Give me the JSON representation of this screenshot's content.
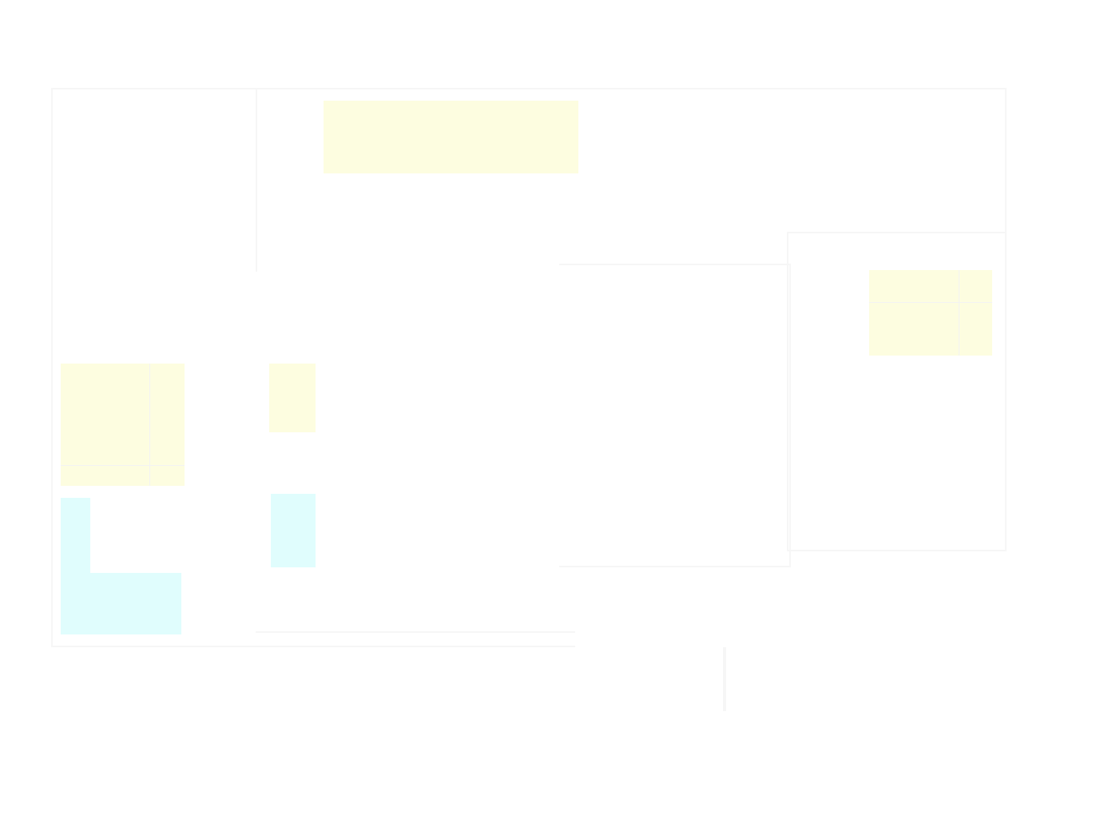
{
  "diagram": {
    "background_color": "#ffffff",
    "wall_color": "#f6f6f6",
    "regions": [
      {
        "id": "top-yellow-rectangle",
        "color": "#fdfde0"
      },
      {
        "id": "right-yellow-rectangle",
        "color": "#fdfde0"
      },
      {
        "id": "left-yellow-square",
        "color": "#fdfde0"
      },
      {
        "id": "middle-yellow-square",
        "color": "#fdfde0"
      },
      {
        "id": "middle-cyan-square",
        "color": "#e0fdfd"
      },
      {
        "id": "left-cyan-l-shape",
        "color": "#e0fdfd"
      }
    ]
  }
}
